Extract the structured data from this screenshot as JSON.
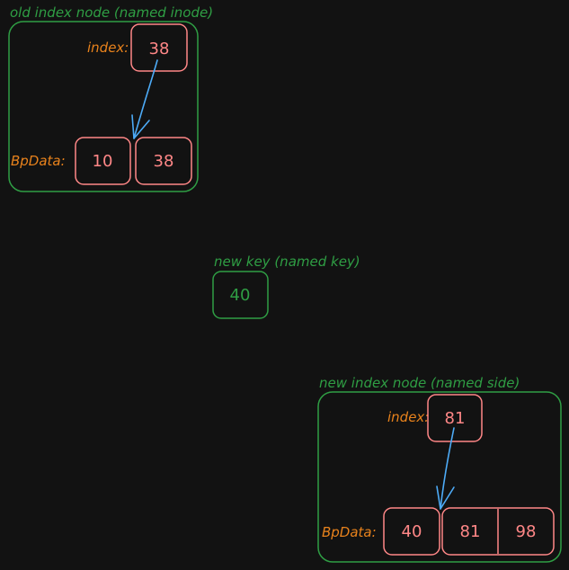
{
  "old_node": {
    "title": "old index node (named inode)",
    "index_label": "index:",
    "index_value": "38",
    "bpdata_label": "BpData:",
    "bpdata_values": [
      "10",
      "38"
    ]
  },
  "new_key": {
    "title": "new key (named key)",
    "value": "40"
  },
  "new_node": {
    "title": "new index node (named side)",
    "index_label": "index:",
    "index_value": "81",
    "bpdata_label": "BpData:",
    "bpdata_values": [
      "40",
      "81",
      "98"
    ]
  },
  "colors": {
    "background": "#121212",
    "container_stroke": "#2f9e44",
    "cell_stroke": "#ff8787",
    "label_text": "#e8821c",
    "arrow": "#4dabf7"
  }
}
